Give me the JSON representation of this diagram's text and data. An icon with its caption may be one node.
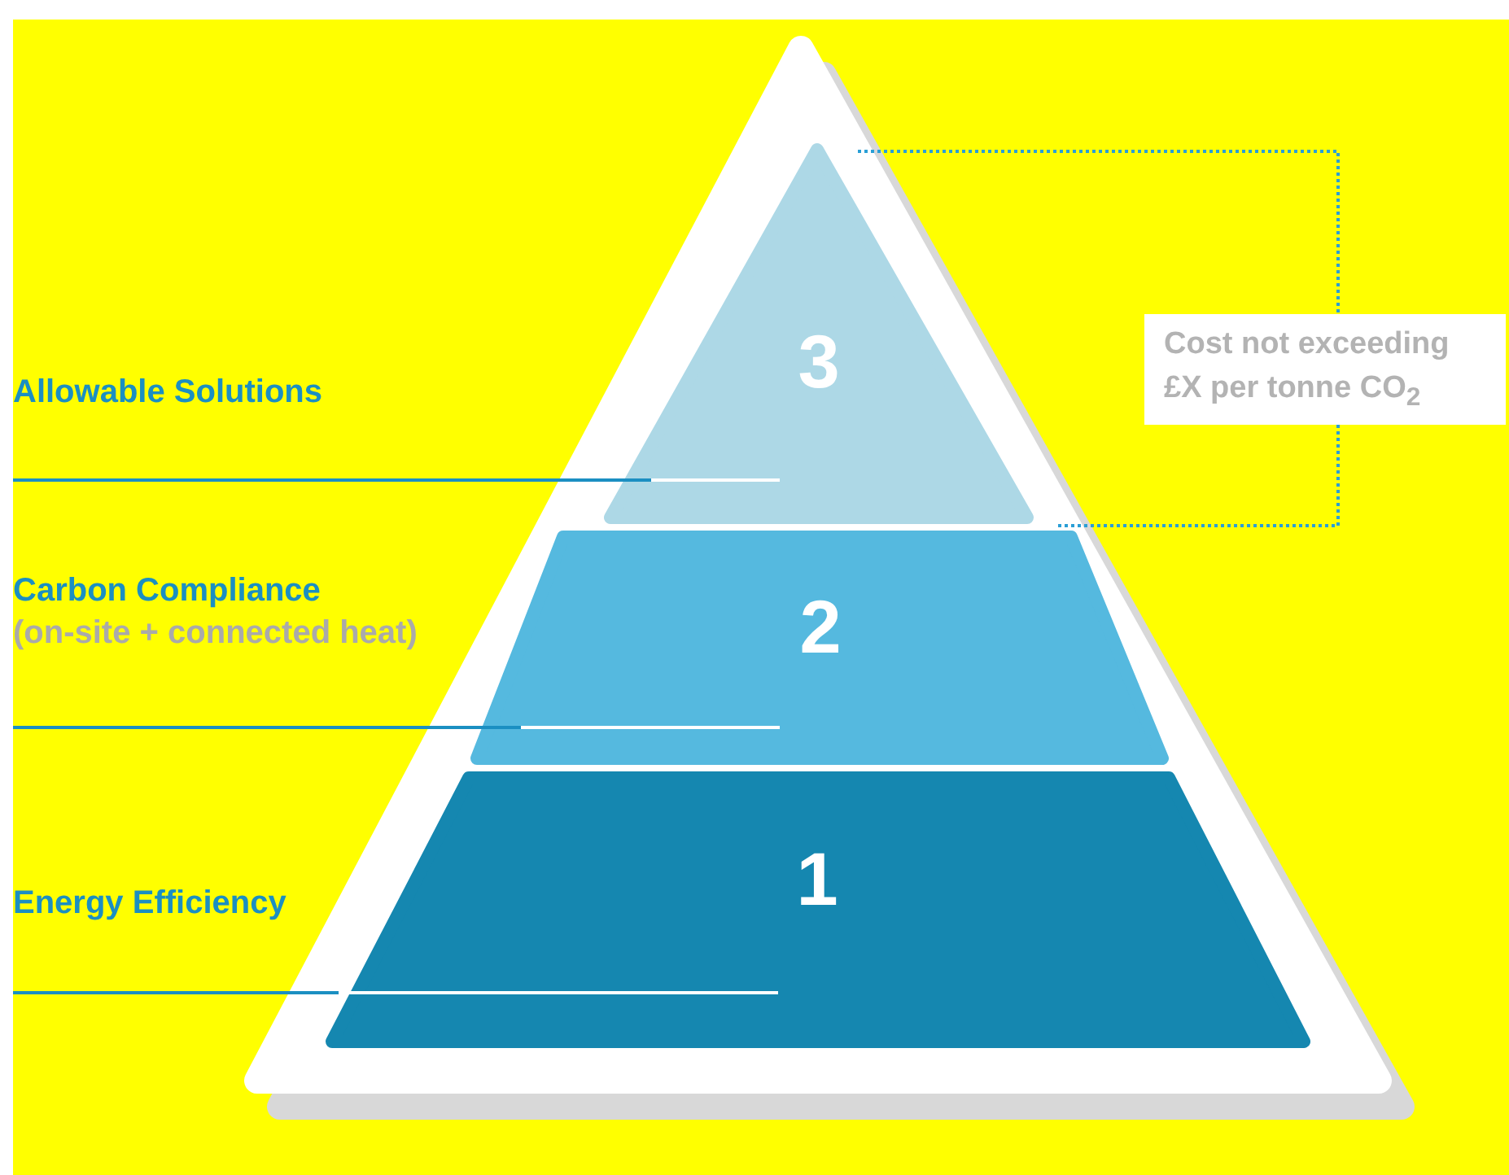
{
  "diagram": {
    "nodes": [
      {
        "text": [],
        "shape": "triangle"
      },
      {
        "text": [
          "3"
        ],
        "in": 0
      },
      {
        "text": [
          "2"
        ],
        "in": 0
      },
      {
        "text": [
          "1"
        ],
        "in": 0
      },
      {
        "text": [
          "Allowable Solutions"
        ]
      },
      {
        "text": [
          "Carbon Compliance",
          "(on-site + connected heat)"
        ]
      },
      {
        "text": [
          "Energy Efficiency"
        ]
      },
      {
        "text": [
          "Cost not exceeding £X per tonne CO$_{2}$"
        ]
      }
    ],
    "edges": [
      {
        "from": 4,
        "to": 1,
        "arrow": "none"
      },
      {
        "from": 5,
        "to": 2,
        "arrow": "none"
      },
      {
        "from": 6,
        "to": 3,
        "arrow": "none"
      }
    ]
  }
}
